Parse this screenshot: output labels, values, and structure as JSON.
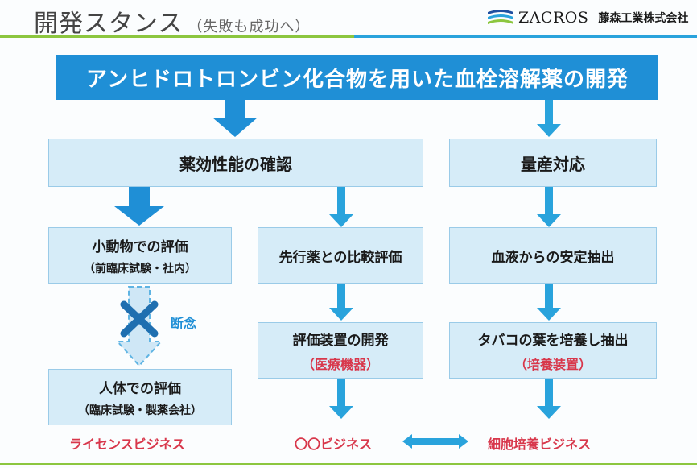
{
  "header": {
    "title": "開発スタンス",
    "subtitle": "（失敗も成功へ）",
    "brand": "ZACROS",
    "company": "藤森工業株式会社"
  },
  "diagram": {
    "title": "アンヒドロトロンビン化合物を用いた血栓溶解薬の開発",
    "efficacy": "薬効性能の確認",
    "mass_production": "量産対応",
    "small_animal": {
      "main": "小動物での評価",
      "sub": "（前臨床試験・社内）"
    },
    "abandoned": "断念",
    "human": {
      "main": "人体での評価",
      "sub": "（臨床試験・製薬会社）"
    },
    "comparison": "先行薬との比較評価",
    "device": {
      "main": "評価装置の開発",
      "sub": "（医療機器）"
    },
    "blood": "血液からの安定抽出",
    "tobacco": {
      "main": "タバコの葉を培養し抽出",
      "sub": "（培養装置）"
    },
    "business": {
      "license": "ライセンスビジネス",
      "oo": "〇〇ビジネス",
      "cell": "細胞培養ビジネス"
    }
  },
  "colors": {
    "accent_blue": "#1f8fd6",
    "light_blue": "#d6ecf8",
    "red": "#d8374b",
    "green": "#8cc63f"
  }
}
